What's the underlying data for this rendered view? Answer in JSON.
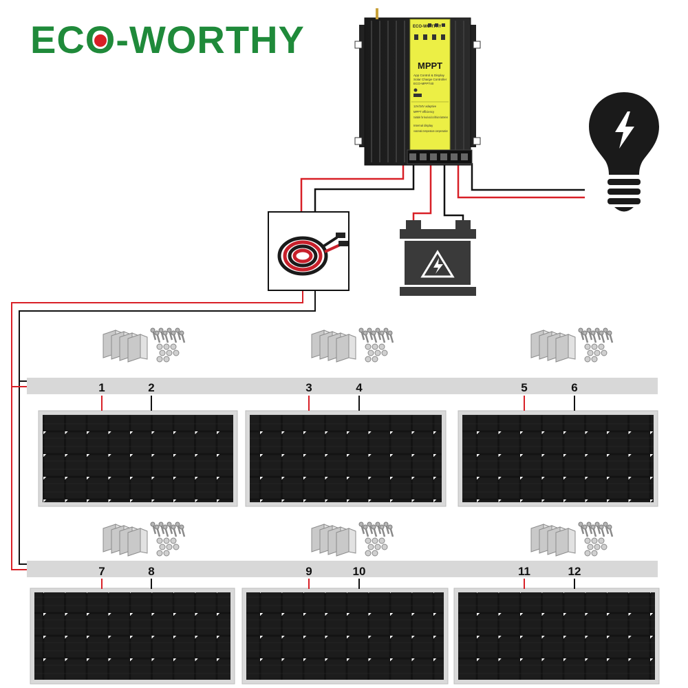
{
  "brand": {
    "prefix": "EC",
    "o_letter": "O",
    "suffix": "-WORTHY",
    "color": "#1f8a3a",
    "dot_color": "#d81f26"
  },
  "controller": {
    "brand_label": "ECO-WORTHY",
    "mode_label": "MPPT",
    "subtitle_lines": [
      "App Control & Display",
      "Solar Charge Controller",
      "ECO-MPPT40"
    ],
    "feature_lines": [
      "12V/24V adaptive",
      "MPPT efficiency",
      "Suitable for lead-acid & lithium batteries",
      "Internal display",
      "Automatic temperature compensation"
    ]
  },
  "components": {
    "cable_icon": "pv-extension-cable-icon",
    "battery_icon": "battery-icon",
    "load_icon": "light-bulb-icon"
  },
  "wiring": {
    "positive_color": "#d81f26",
    "negative_color": "#111111"
  },
  "panel_numbers": [
    "1",
    "2",
    "3",
    "4",
    "5",
    "6",
    "7",
    "8",
    "9",
    "10",
    "11",
    "12"
  ]
}
